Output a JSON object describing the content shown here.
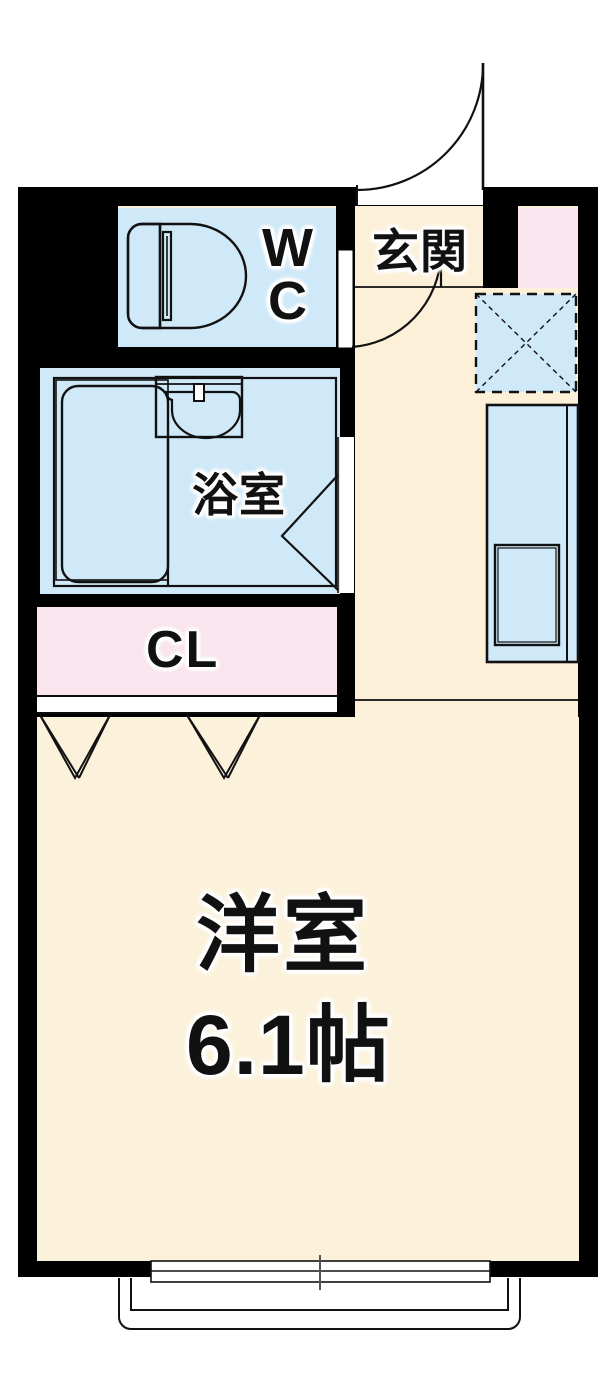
{
  "plan": {
    "title": "賃貸アパート間取り図",
    "layout_type": "1R",
    "palette": {
      "wall": "#000000",
      "floor_room": "#fcf2dc",
      "floor_entrance": "#fcf0d8",
      "water_area": "#cfe9f9",
      "closet": "#fae4ee",
      "line": "#111111",
      "white": "#ffffff"
    },
    "rooms": [
      {
        "key": "wc",
        "label": "WC",
        "label_lines": [
          "W",
          "C"
        ],
        "fill": "#cfe9f9",
        "fixture": "toilet",
        "door": "hinged"
      },
      {
        "key": "entrance",
        "label": "玄関",
        "fill": "#fcf0d8",
        "fixture": "entry-door",
        "door": "hinged-outward"
      },
      {
        "key": "bath",
        "label": "浴室",
        "fill": "#cfe9f9",
        "fixture": "bathtub-and-vanity",
        "door": "folding"
      },
      {
        "key": "closet",
        "label": "CL",
        "fill": "#fae4ee",
        "fixture": "none",
        "door": "double-hinged"
      },
      {
        "key": "main_room",
        "label": "洋室",
        "area": "6.1帖",
        "fill": "#fcf2dc",
        "fixture": "none",
        "door": "none"
      }
    ],
    "fixtures": [
      {
        "key": "shoe_box",
        "label": "",
        "fill": "#fae4ee",
        "note": "下駄箱"
      },
      {
        "key": "washer_space",
        "label": "",
        "fill": "#cfe9f9",
        "note": "洗濯機置場",
        "style": "dashed-with-cross"
      },
      {
        "key": "kitchen_unit",
        "label": "",
        "fill": "#cfe9f9",
        "note": "キッチン・流し台"
      },
      {
        "key": "balcony",
        "label": "",
        "fill": "#ffffff",
        "note": "バルコニー"
      },
      {
        "key": "veranda_window",
        "label": "",
        "fill": "#ffffff",
        "note": "掃き出し窓"
      }
    ]
  }
}
